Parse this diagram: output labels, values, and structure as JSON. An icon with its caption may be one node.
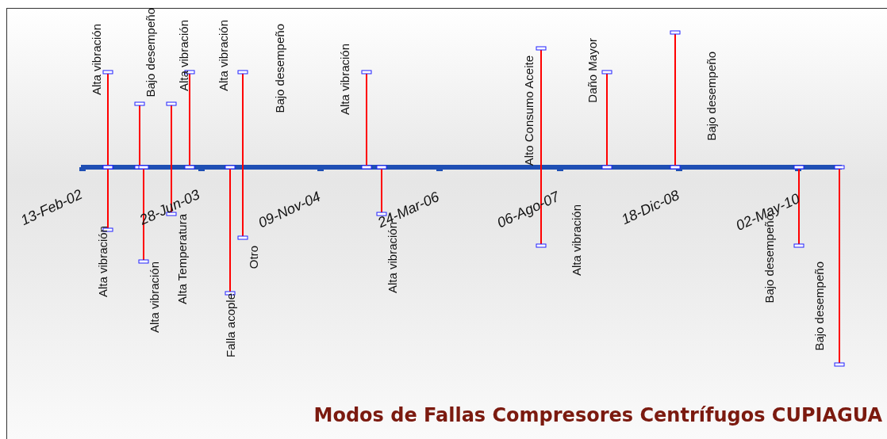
{
  "diagram": {
    "title": "Modos de Fallas Compresores Centrífugos CUPIAGUA",
    "labels": [
      "Alta vibración",
      "Bajo desempeño",
      "Alta vibración",
      "Alta vibración",
      "Bajo desempeño",
      "Alta vibración",
      "Alto Consumo Aceite",
      "Daño Mayor",
      "Bajo desempeño",
      "13-Feb-02",
      "28-Jun-03",
      "09-Nov-04",
      "24-Mar-06",
      "06-Ago-07",
      "18-Dic-08",
      "02-May-10",
      "Alta vibración",
      "Alta vibración",
      "Alta Temperatura",
      "Falla acople",
      "Otro",
      "Alta vibración",
      "Alta vibración",
      "Bajo desempeño",
      "Bajo desempeño"
    ]
  }
}
